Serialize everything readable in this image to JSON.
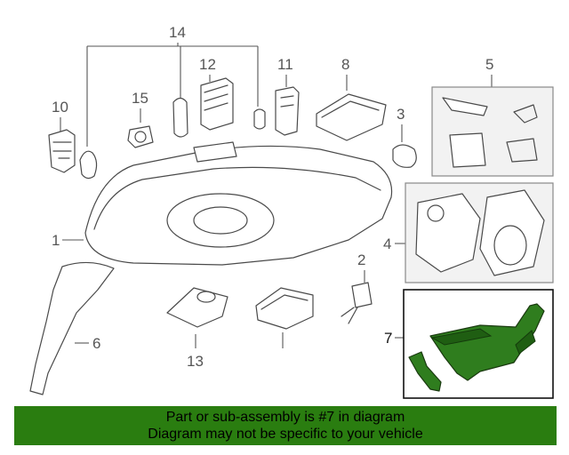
{
  "callouts": {
    "c1": "1",
    "c2": "2",
    "c3": "3",
    "c4": "4",
    "c5": "5",
    "c6": "6",
    "c7": "7",
    "c8": "8",
    "c10": "10",
    "c11": "11",
    "c12": "12",
    "c13": "13",
    "c14": "14",
    "c15": "15"
  },
  "highlight": {
    "part_number": "7",
    "color": "#2a7d10"
  },
  "banner": {
    "line1": "Part or sub-assembly is #7 in diagram",
    "line2": "Diagram may not be specific to your vehicle"
  }
}
